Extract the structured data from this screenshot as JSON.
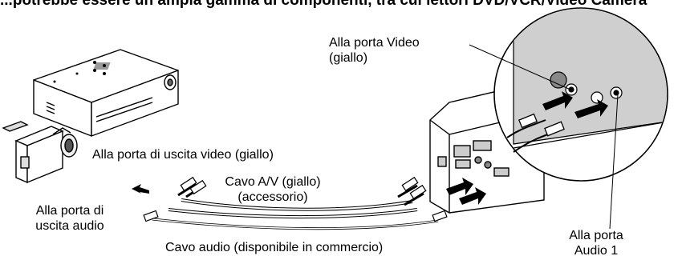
{
  "header": "...potrebbe essere un’ampia gamma di componenti, tra cui lettori DVD/VCR/Video Camera",
  "labels": {
    "video_port": [
      "Alla porta Video",
      "(giallo)"
    ],
    "video_out": "Alla porta di uscita video (giallo)",
    "av_cable": [
      "Cavo A/V (giallo)",
      "(accessorio)"
    ],
    "audio_out": [
      "Alla porta di",
      "uscita audio"
    ],
    "audio_cable": "Cavo audio (disponibile in commercio)",
    "audio1": [
      "Alla porta",
      "Audio 1"
    ]
  },
  "icons": [
    "vcr-icon",
    "video-camera-icon",
    "projector-icon",
    "port-magnifier-icon",
    "av-cable-icon",
    "audio-cable-icon",
    "arrow-icon"
  ],
  "colors": {
    "line": "#000000",
    "device_fill": "#ffffff",
    "panel_fill": "#cfcfcf"
  }
}
